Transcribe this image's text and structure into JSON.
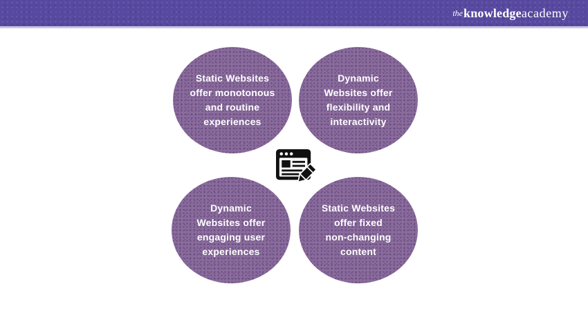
{
  "header": {
    "logo_the": "the",
    "logo_knowledge": "knowledge",
    "logo_academy": "academy"
  },
  "colors": {
    "header_bg": "#5849A0",
    "header_strip": "#CBC7E2",
    "bubble_fill": "#8A6B9C",
    "bubble_dot": "#5E4774",
    "bubble_text": "#FFFFFF",
    "center_badge_bg": "#FFFFFF",
    "icon_color": "#111111"
  },
  "diagram": {
    "center_icon": "webpage-edit-icon",
    "circles": [
      {
        "position": "top-left",
        "text": "Static Websites offer monotonous and routine experiences",
        "lines": [
          "Static Websites",
          "offer monotonous",
          "and routine",
          "experiences"
        ]
      },
      {
        "position": "top-right",
        "text": "Dynamic Websites offer flexibility and interactivity",
        "lines": [
          "Dynamic",
          "Websites offer",
          "flexibility and",
          "interactivity"
        ]
      },
      {
        "position": "bottom-left",
        "text": "Dynamic Websites offer engaging user experiences",
        "lines": [
          "Dynamic",
          "Websites offer",
          "engaging user",
          "experiences"
        ]
      },
      {
        "position": "bottom-right",
        "text": "Static Websites offer fixed non-changing content",
        "lines": [
          "Static Websites",
          "offer fixed",
          "non-changing",
          "content"
        ]
      }
    ]
  }
}
